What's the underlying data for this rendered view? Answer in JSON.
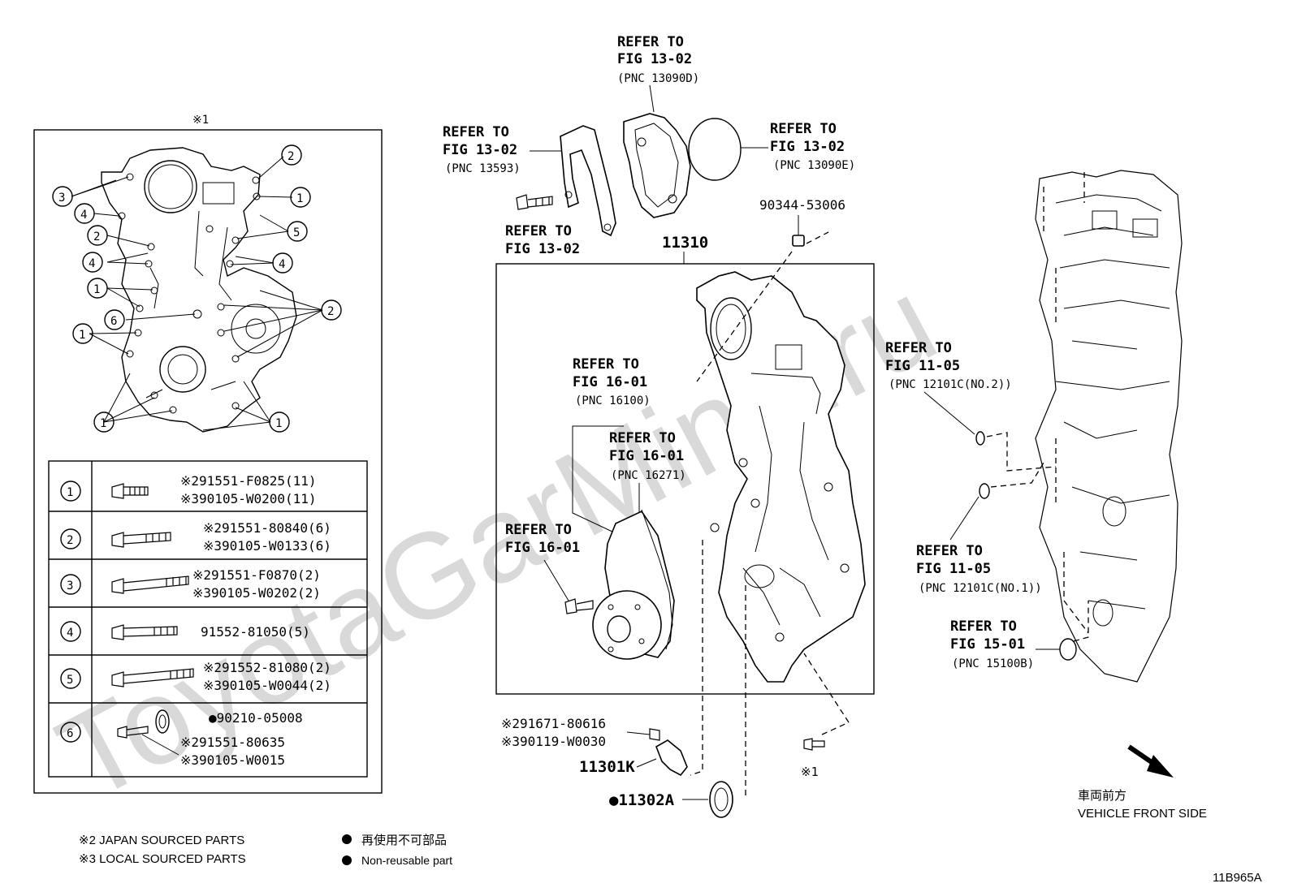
{
  "watermark": "ToyotaGarMine.ru",
  "inset": {
    "marker": "※1",
    "callout_numbers": [
      "1",
      "2",
      "3",
      "4",
      "5",
      "6"
    ],
    "rows": [
      {
        "num": "1",
        "lines": [
          "※291551-F0825(11)",
          "※390105-W0200(11)"
        ]
      },
      {
        "num": "2",
        "lines": [
          "※291551-80840(6)",
          "※390105-W0133(6)"
        ]
      },
      {
        "num": "3",
        "lines": [
          "※291551-F0870(2)",
          "※390105-W0202(2)"
        ]
      },
      {
        "num": "4",
        "lines": [
          "91552-81050(5)"
        ]
      },
      {
        "num": "5",
        "lines": [
          "※291552-81080(2)",
          "※390105-W0044(2)"
        ]
      },
      {
        "num": "6",
        "lines": [
          "●90210-05008",
          "※291551-80635",
          "※390105-W0015"
        ]
      }
    ]
  },
  "refs": {
    "r1": {
      "l1": "REFER TO",
      "l2": "FIG 13-02",
      "l3": "(PNC 13090D)"
    },
    "r2": {
      "l1": "REFER TO",
      "l2": "FIG 13-02",
      "l3": "(PNC 13593)"
    },
    "r3": {
      "l1": "REFER TO",
      "l2": "FIG 13-02",
      "l3": "(PNC 13090E)"
    },
    "r4": {
      "l1": "REFER TO",
      "l2": "FIG 13-02"
    },
    "r5": {
      "l1": "REFER TO",
      "l2": "FIG 16-01",
      "l3": "(PNC 16100)"
    },
    "r6": {
      "l1": "REFER TO",
      "l2": "FIG 16-01",
      "l3": "(PNC 16271)"
    },
    "r7": {
      "l1": "REFER TO",
      "l2": "FIG 16-01"
    },
    "r8": {
      "l1": "REFER TO",
      "l2": "FIG 11-05",
      "l3": "(PNC 12101C(NO.2))"
    },
    "r9": {
      "l1": "REFER TO",
      "l2": "FIG 11-05",
      "l3": "(PNC 12101C(NO.1))"
    },
    "r10": {
      "l1": "REFER TO",
      "l2": "FIG 15-01",
      "l3": "(PNC 15100B)"
    }
  },
  "parts": {
    "p_90344": "90344-53006",
    "p_11310": "11310",
    "p_91671": "※291671-80616",
    "p_90119": "※390119-W0030",
    "p_11301k": "11301K",
    "p_11302a": "●11302A",
    "p_star1": "※1"
  },
  "direction": {
    "jp": "車両前方",
    "en": "VEHICLE FRONT SIDE"
  },
  "legend": {
    "l1": "※2 JAPAN SOURCED PARTS",
    "l2": "※3 LOCAL SOURCED PARTS",
    "l3": "再使用不可部品",
    "l4": "Non-reusable part"
  },
  "figure_id": "11B965A"
}
